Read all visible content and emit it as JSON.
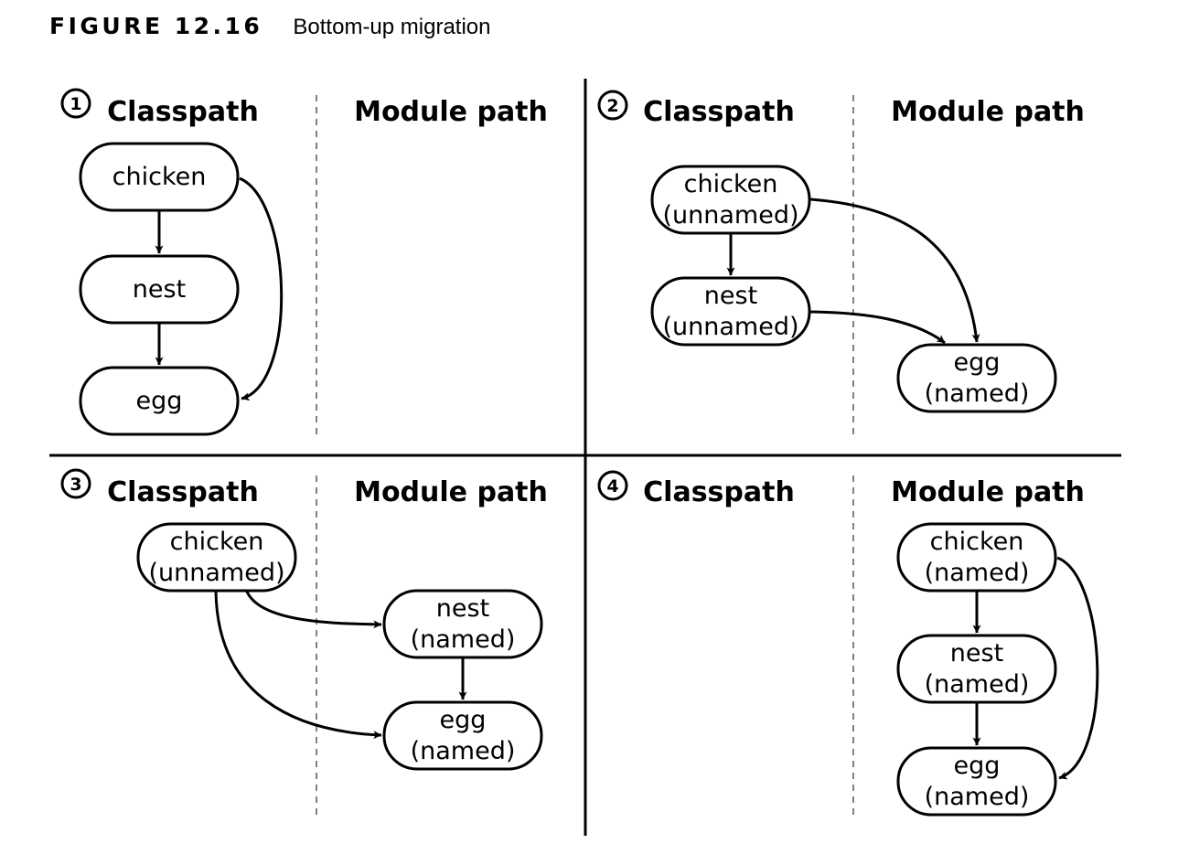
{
  "caption": {
    "label": "FIGURE 12.16",
    "title": "Bottom-up migration"
  },
  "columns": {
    "classpath": "Classpath",
    "modulepath": "Module path"
  },
  "colors": {
    "ink": "#000000",
    "background": "#ffffff"
  },
  "panels": [
    {
      "number": "1",
      "nodes": [
        {
          "id": "chicken",
          "lines": [
            "chicken"
          ]
        },
        {
          "id": "nest",
          "lines": [
            "nest"
          ]
        },
        {
          "id": "egg",
          "lines": [
            "egg"
          ]
        }
      ],
      "edges": [
        [
          "chicken",
          "nest"
        ],
        [
          "nest",
          "egg"
        ],
        [
          "chicken",
          "egg"
        ]
      ]
    },
    {
      "number": "2",
      "nodes": [
        {
          "id": "chicken",
          "lines": [
            "chicken",
            "(unnamed)"
          ]
        },
        {
          "id": "nest",
          "lines": [
            "nest",
            "(unnamed)"
          ]
        },
        {
          "id": "egg",
          "lines": [
            "egg",
            "(named)"
          ]
        }
      ],
      "edges": [
        [
          "chicken",
          "nest"
        ],
        [
          "chicken",
          "egg"
        ],
        [
          "nest",
          "egg"
        ]
      ]
    },
    {
      "number": "3",
      "nodes": [
        {
          "id": "chicken",
          "lines": [
            "chicken",
            "(unnamed)"
          ]
        },
        {
          "id": "nest",
          "lines": [
            "nest",
            "(named)"
          ]
        },
        {
          "id": "egg",
          "lines": [
            "egg",
            "(named)"
          ]
        }
      ],
      "edges": [
        [
          "chicken",
          "nest"
        ],
        [
          "chicken",
          "egg"
        ],
        [
          "nest",
          "egg"
        ]
      ]
    },
    {
      "number": "4",
      "nodes": [
        {
          "id": "chicken",
          "lines": [
            "chicken",
            "(named)"
          ]
        },
        {
          "id": "nest",
          "lines": [
            "nest",
            "(named)"
          ]
        },
        {
          "id": "egg",
          "lines": [
            "egg",
            "(named)"
          ]
        }
      ],
      "edges": [
        [
          "chicken",
          "nest"
        ],
        [
          "nest",
          "egg"
        ],
        [
          "chicken",
          "egg"
        ]
      ]
    }
  ]
}
